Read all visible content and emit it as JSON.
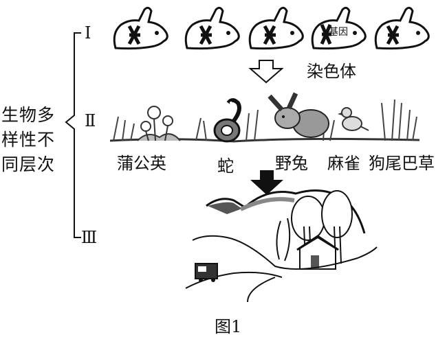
{
  "side_label": {
    "line1": "生物多",
    "line2": "样性不",
    "line3": "同层次"
  },
  "levels": {
    "l1": "Ⅰ",
    "l2": "Ⅱ",
    "l3": "Ⅲ"
  },
  "gene_label": "基因",
  "chromosome_label": "染色体",
  "species": [
    {
      "label": "蒲公英"
    },
    {
      "label": "蛇"
    },
    {
      "label": "野兔"
    },
    {
      "label": "麻雀"
    },
    {
      "label": "狗尾巴草"
    }
  ],
  "caption": "图1"
}
